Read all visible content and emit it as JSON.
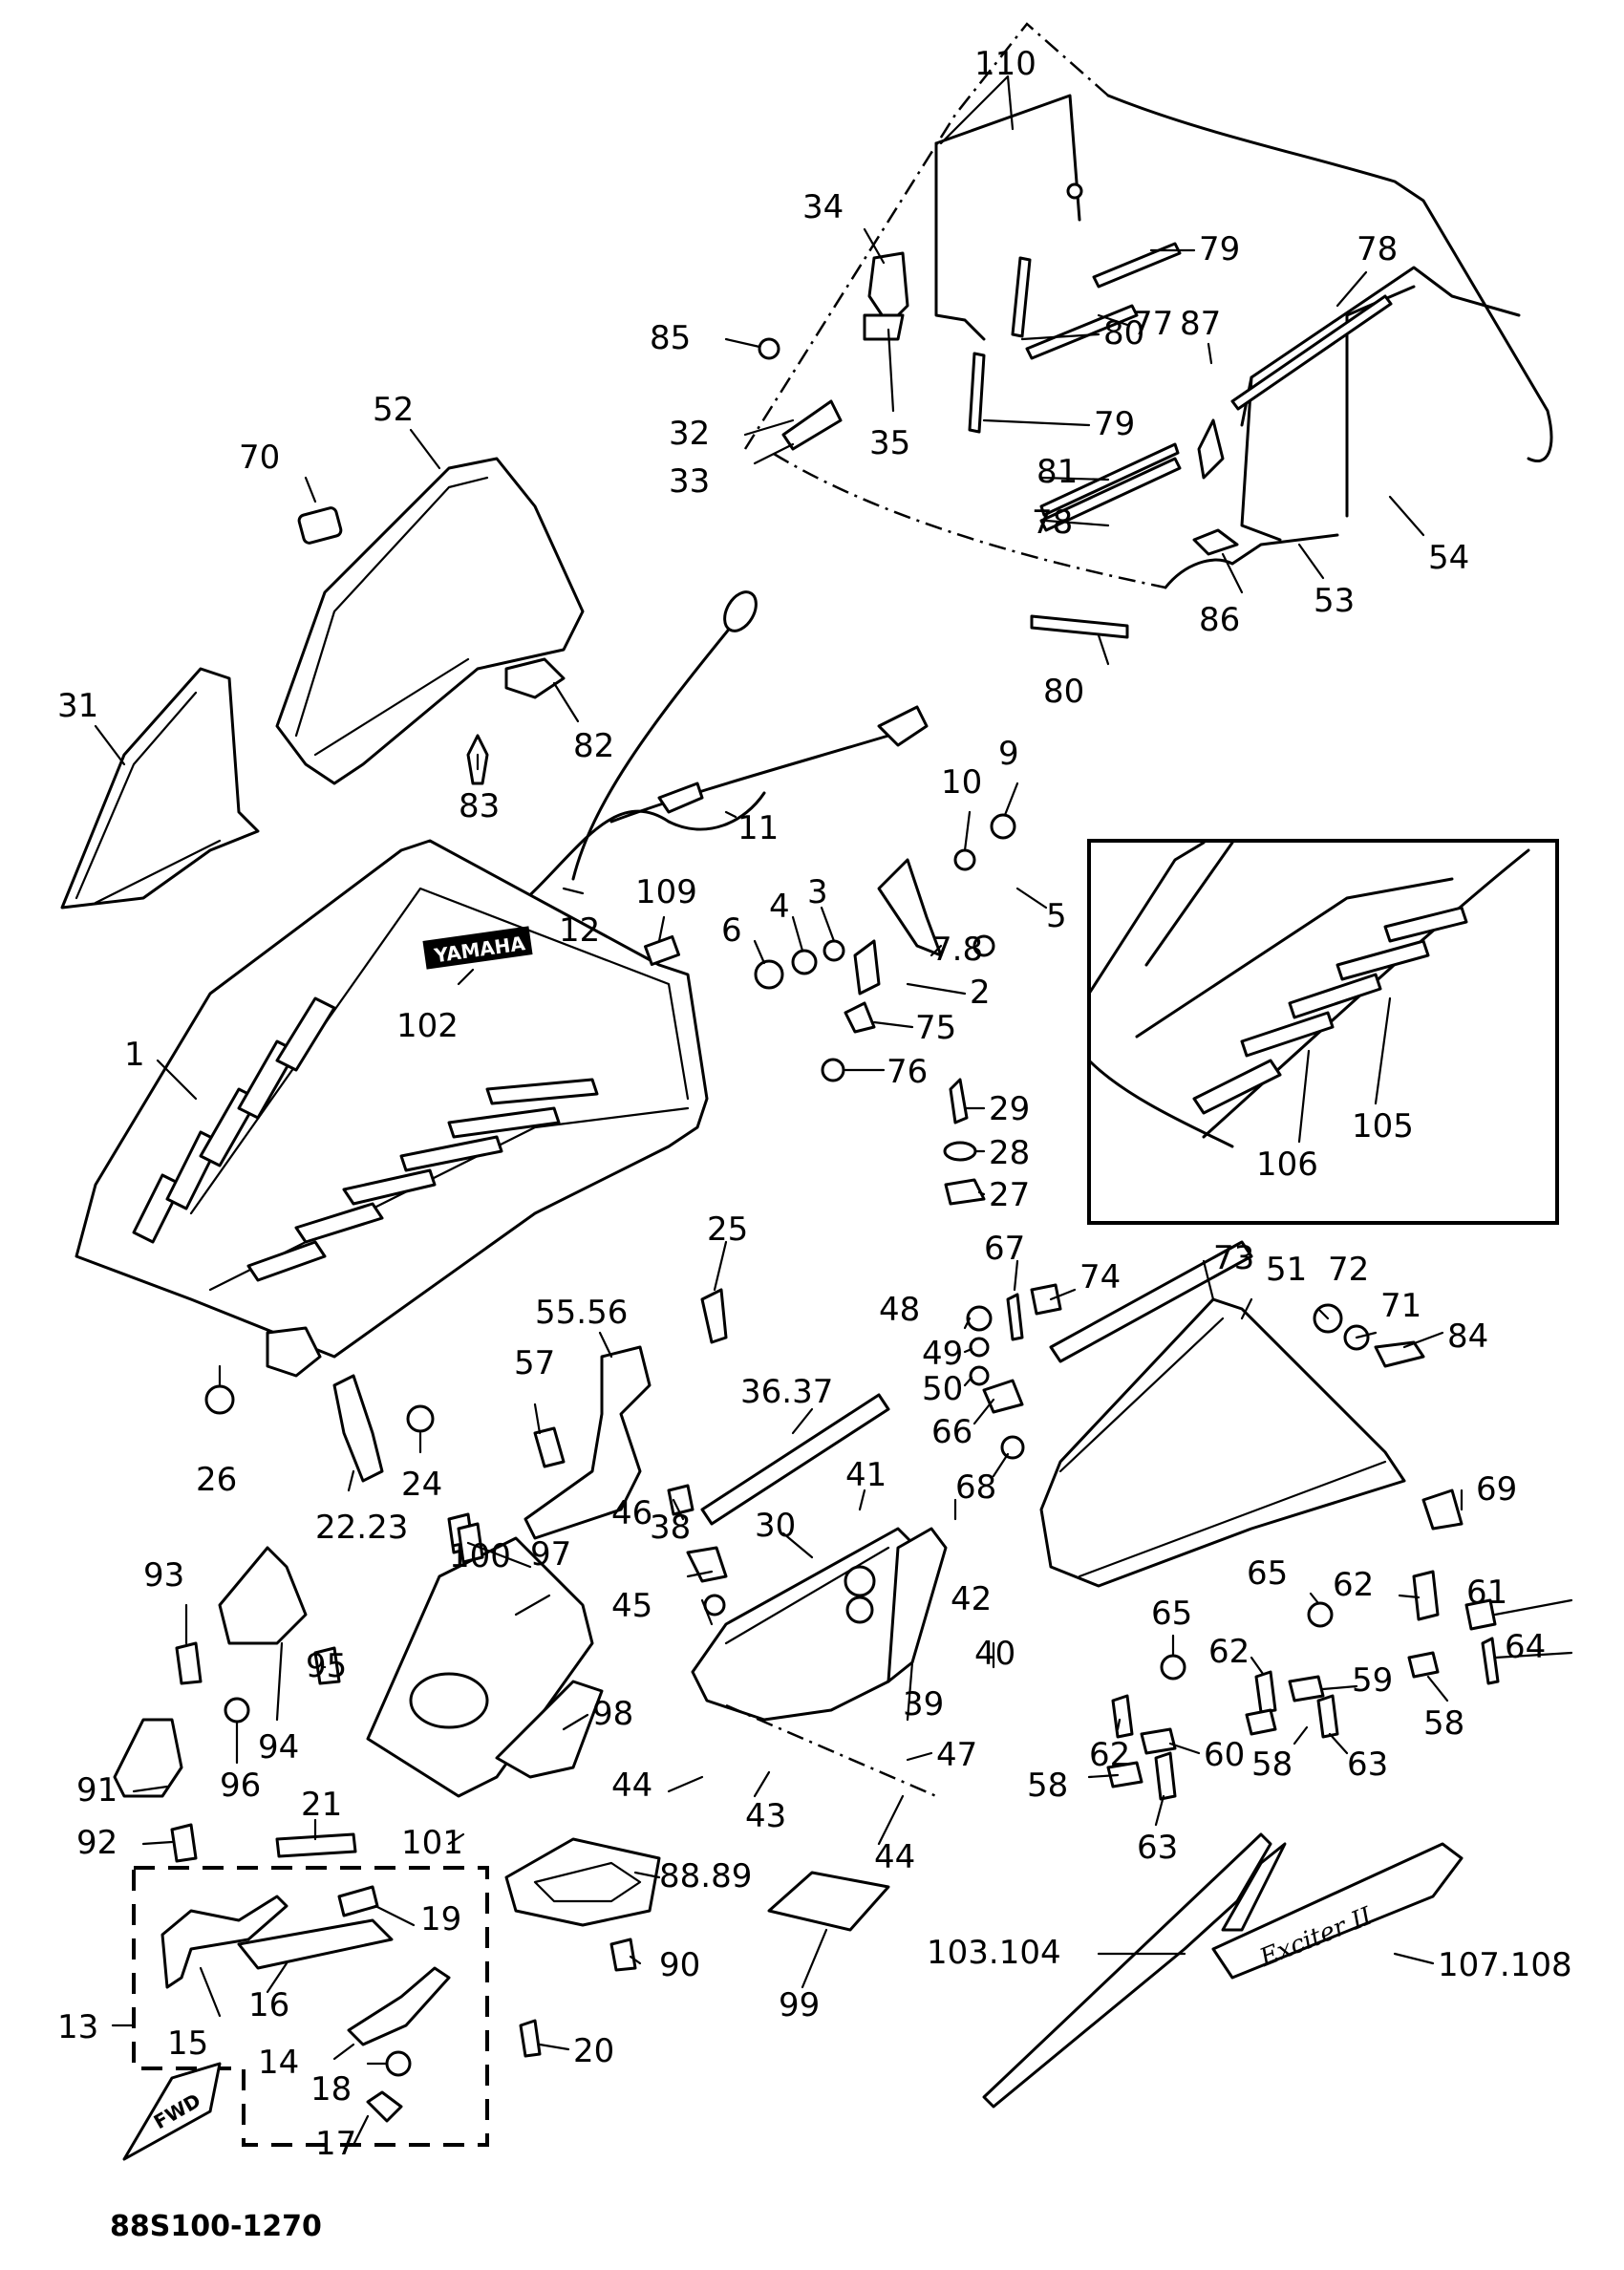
{
  "drawing": {
    "code": "88S100-1270",
    "badge_brand": "YAMAHA",
    "badge_model": "Exciter II",
    "fwd_mark": "FWD"
  },
  "callouts": [
    {
      "id": "c110",
      "text": "110"
    },
    {
      "id": "c34",
      "text": "34"
    },
    {
      "id": "c79a",
      "text": "79"
    },
    {
      "id": "c78a",
      "text": "78"
    },
    {
      "id": "c77",
      "text": "77"
    },
    {
      "id": "c87",
      "text": "87"
    },
    {
      "id": "c85",
      "text": "85"
    },
    {
      "id": "c80a",
      "text": "80"
    },
    {
      "id": "c32",
      "text": "32"
    },
    {
      "id": "c79b",
      "text": "79"
    },
    {
      "id": "c35",
      "text": "35"
    },
    {
      "id": "c33",
      "text": "33"
    },
    {
      "id": "c81",
      "text": "81"
    },
    {
      "id": "c78b",
      "text": "78"
    },
    {
      "id": "c54",
      "text": "54"
    },
    {
      "id": "c86",
      "text": "86"
    },
    {
      "id": "c53",
      "text": "53"
    },
    {
      "id": "c80b",
      "text": "80"
    },
    {
      "id": "c52",
      "text": "52"
    },
    {
      "id": "c70",
      "text": "70"
    },
    {
      "id": "c31",
      "text": "31"
    },
    {
      "id": "c82",
      "text": "82"
    },
    {
      "id": "c83",
      "text": "83"
    },
    {
      "id": "c11",
      "text": "11"
    },
    {
      "id": "c10",
      "text": "10"
    },
    {
      "id": "c9",
      "text": "9"
    },
    {
      "id": "c12",
      "text": "12"
    },
    {
      "id": "c109",
      "text": "109"
    },
    {
      "id": "c5",
      "text": "5"
    },
    {
      "id": "c3",
      "text": "3"
    },
    {
      "id": "c4",
      "text": "4"
    },
    {
      "id": "c6",
      "text": "6"
    },
    {
      "id": "c78_",
      "text": "7.8"
    },
    {
      "id": "c2",
      "text": "2"
    },
    {
      "id": "c102",
      "text": "102"
    },
    {
      "id": "c1",
      "text": "1"
    },
    {
      "id": "c75",
      "text": "75"
    },
    {
      "id": "c76",
      "text": "76"
    },
    {
      "id": "c29",
      "text": "29"
    },
    {
      "id": "c28",
      "text": "28"
    },
    {
      "id": "c27",
      "text": "27"
    },
    {
      "id": "c105",
      "text": "105"
    },
    {
      "id": "c106",
      "text": "106"
    },
    {
      "id": "c25",
      "text": "25"
    },
    {
      "id": "c67",
      "text": "67"
    },
    {
      "id": "c74",
      "text": "74"
    },
    {
      "id": "c73",
      "text": "73"
    },
    {
      "id": "c51",
      "text": "51"
    },
    {
      "id": "c72",
      "text": "72"
    },
    {
      "id": "c71",
      "text": "71"
    },
    {
      "id": "c84",
      "text": "84"
    },
    {
      "id": "c5556",
      "text": "55.56"
    },
    {
      "id": "c48",
      "text": "48"
    },
    {
      "id": "c49",
      "text": "49"
    },
    {
      "id": "c50",
      "text": "50"
    },
    {
      "id": "c57",
      "text": "57"
    },
    {
      "id": "c3637",
      "text": "36.37"
    },
    {
      "id": "c66",
      "text": "66"
    },
    {
      "id": "c68",
      "text": "68"
    },
    {
      "id": "c69",
      "text": "69"
    },
    {
      "id": "c26",
      "text": "26"
    },
    {
      "id": "c24",
      "text": "24"
    },
    {
      "id": "c2223",
      "text": "22.23"
    },
    {
      "id": "c38",
      "text": "38"
    },
    {
      "id": "c41",
      "text": "41"
    },
    {
      "id": "c30",
      "text": "30"
    },
    {
      "id": "c46",
      "text": "46"
    },
    {
      "id": "c100",
      "text": "100"
    },
    {
      "id": "c97",
      "text": "97"
    },
    {
      "id": "c93",
      "text": "93"
    },
    {
      "id": "c45",
      "text": "45"
    },
    {
      "id": "c42",
      "text": "42"
    },
    {
      "id": "c40",
      "text": "40"
    },
    {
      "id": "c65a",
      "text": "65"
    },
    {
      "id": "c62a",
      "text": "62"
    },
    {
      "id": "c61",
      "text": "61"
    },
    {
      "id": "c64",
      "text": "64"
    },
    {
      "id": "c65b",
      "text": "65"
    },
    {
      "id": "c62b",
      "text": "62"
    },
    {
      "id": "c59",
      "text": "59"
    },
    {
      "id": "c58a",
      "text": "58"
    },
    {
      "id": "c95",
      "text": "95"
    },
    {
      "id": "c39",
      "text": "39"
    },
    {
      "id": "c98",
      "text": "98"
    },
    {
      "id": "c62c",
      "text": "62"
    },
    {
      "id": "c94",
      "text": "94"
    },
    {
      "id": "c96",
      "text": "96"
    },
    {
      "id": "c91",
      "text": "91"
    },
    {
      "id": "c47",
      "text": "47"
    },
    {
      "id": "c60",
      "text": "60"
    },
    {
      "id": "c63a",
      "text": "63"
    },
    {
      "id": "c58b",
      "text": "58"
    },
    {
      "id": "c44a",
      "text": "44"
    },
    {
      "id": "c43",
      "text": "43"
    },
    {
      "id": "c58c",
      "text": "58"
    },
    {
      "id": "c63b",
      "text": "63"
    },
    {
      "id": "c92",
      "text": "92"
    },
    {
      "id": "c21",
      "text": "21"
    },
    {
      "id": "c101",
      "text": "101"
    },
    {
      "id": "c44b",
      "text": "44"
    },
    {
      "id": "c8889",
      "text": "88.89"
    },
    {
      "id": "c19",
      "text": "19"
    },
    {
      "id": "c90",
      "text": "90"
    },
    {
      "id": "c103104",
      "text": "103.104"
    },
    {
      "id": "c107108",
      "text": "107.108"
    },
    {
      "id": "c13",
      "text": "13"
    },
    {
      "id": "c15",
      "text": "15"
    },
    {
      "id": "c16",
      "text": "16"
    },
    {
      "id": "c20",
      "text": "20"
    },
    {
      "id": "c99",
      "text": "99"
    },
    {
      "id": "c14",
      "text": "14"
    },
    {
      "id": "c18",
      "text": "18"
    },
    {
      "id": "c17",
      "text": "17"
    }
  ]
}
